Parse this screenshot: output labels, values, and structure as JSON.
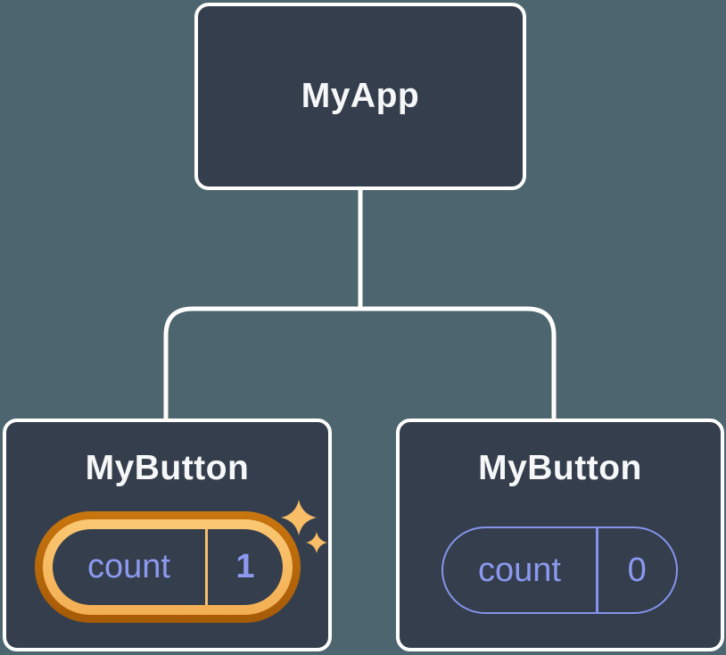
{
  "diagram": {
    "title": "component-state-tree",
    "colors": {
      "background": "#4d656e",
      "node_fill": "#353e4c",
      "node_border": "#ffffff",
      "connector": "#ffffff",
      "title_text": "#f6f7f8",
      "purple_accent": "#8494ec",
      "purple_text": "#8b9af0",
      "highlight_ring_outer": "#b2680b",
      "highlight_ring_inner": "#f8c06c",
      "sparkle": "#f7bd67"
    },
    "root": {
      "label": "MyApp"
    },
    "children": [
      {
        "label": "MyButton",
        "highlighted": true,
        "state": {
          "name": "count",
          "value": "1"
        }
      },
      {
        "label": "MyButton",
        "highlighted": false,
        "state": {
          "name": "count",
          "value": "0"
        }
      }
    ]
  }
}
